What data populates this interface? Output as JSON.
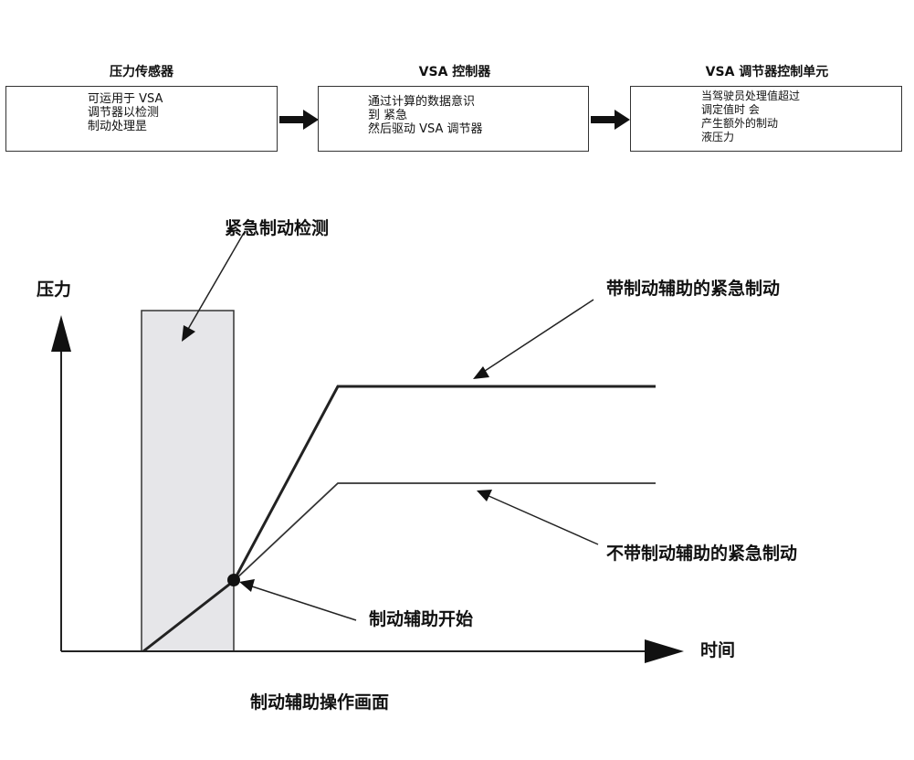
{
  "flow": {
    "boxes": [
      {
        "title": "压力传感器",
        "lines": [
          "可运用于 VSA",
          "调节器以检测",
          "制动处理昰"
        ]
      },
      {
        "title": "VSA 控制器",
        "lines": [
          "通过计算的数据意识",
          "到 紧急",
          "然后驱动 VSA 调节器"
        ]
      },
      {
        "title": "VSA 调节器控制单元",
        "lines": [
          "当驾驶员处理值超过",
          "调定值时 会",
          "产生额外的制动",
          "液压力"
        ]
      }
    ]
  },
  "graph": {
    "y_axis_label": "压力",
    "x_axis_label": "时间",
    "detection_label": "紧急制动检测",
    "with_assist_label": "带制动辅助的紧急制动",
    "without_assist_label": "不带制动辅助的紧急制动",
    "assist_start_label": "制动辅助开始",
    "caption": "制动辅助操作画面",
    "colors": {
      "shade": "#e6e6e9",
      "line": "#222222"
    }
  }
}
